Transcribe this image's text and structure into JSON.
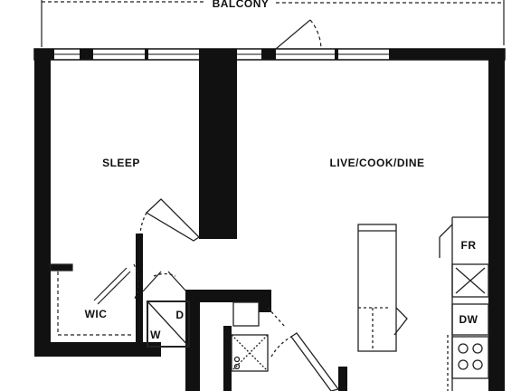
{
  "colors": {
    "wall": "#111111",
    "line": "#222222",
    "background": "#ffffff"
  },
  "rooms": {
    "balcony": "BALCONY",
    "sleep": "SLEEP",
    "live_cook_dine": "LIVE/COOK/DINE",
    "wic": "WIC",
    "fridge": "FR",
    "dishwasher": "DW",
    "dryer": "D",
    "washer": "W"
  }
}
